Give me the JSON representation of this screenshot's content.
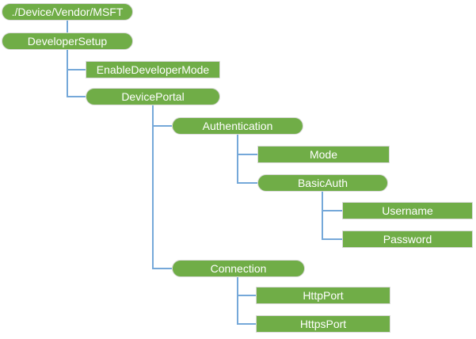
{
  "diagram": {
    "type": "tree-hierarchy",
    "colors": {
      "node_fill": "#70AD47",
      "node_border": "#dadada",
      "node_text": "#ffffff",
      "connector": "#75A8D9",
      "background": "#ffffff"
    }
  },
  "nodes": [
    {
      "label": "./Device/Vendor/MSFT",
      "shape": "pill",
      "parent": null
    },
    {
      "label": "DeveloperSetup",
      "shape": "pill",
      "parent": "./Device/Vendor/MSFT"
    },
    {
      "label": "EnableDeveloperMode",
      "shape": "rect",
      "parent": "DeveloperSetup"
    },
    {
      "label": "DevicePortal",
      "shape": "pill",
      "parent": "DeveloperSetup"
    },
    {
      "label": "Authentication",
      "shape": "pill",
      "parent": "DevicePortal"
    },
    {
      "label": "Mode",
      "shape": "rect",
      "parent": "Authentication"
    },
    {
      "label": "BasicAuth",
      "shape": "pill",
      "parent": "Authentication"
    },
    {
      "label": "Username",
      "shape": "rect",
      "parent": "BasicAuth"
    },
    {
      "label": "Password",
      "shape": "rect",
      "parent": "BasicAuth"
    },
    {
      "label": "Connection",
      "shape": "pill",
      "parent": "DevicePortal"
    },
    {
      "label": "HttpPort",
      "shape": "rect",
      "parent": "Connection"
    },
    {
      "label": "HttpsPort",
      "shape": "rect",
      "parent": "Connection"
    }
  ]
}
